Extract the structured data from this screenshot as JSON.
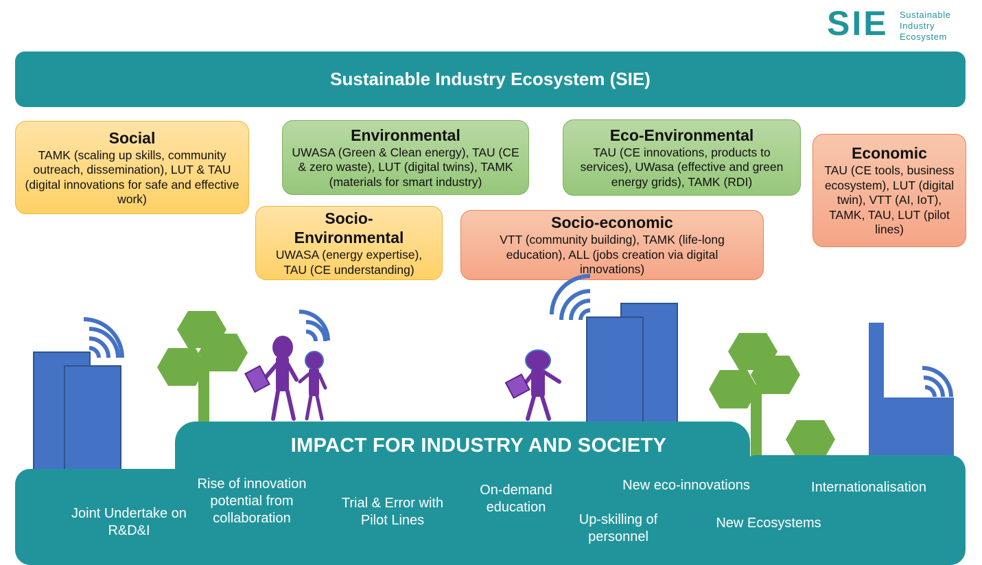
{
  "logo": {
    "mark": "SIE",
    "lines": [
      "Sustainable",
      "Industry",
      "Ecosystem"
    ],
    "color": "#21949b"
  },
  "banner": {
    "title": "Sustainable Industry Ecosystem (SIE)"
  },
  "pillars": {
    "social": {
      "title": "Social",
      "text": "TAMK (scaling up skills, community outreach, dissemination), LUT & TAU (digital innovations for safe and effective work)"
    },
    "environmental": {
      "title": "Environmental",
      "text": "UWASA (Green & Clean energy), TAU (CE & zero waste), LUT (digital twins), TAMK (materials for smart industry)"
    },
    "eco_environmental": {
      "title": "Eco-Environmental",
      "text": "TAU (CE innovations, products to services), UWasa (effective and green energy grids), TAMK (RDI)"
    },
    "economic": {
      "title": "Economic",
      "text": "TAU (CE tools, business ecosystem), LUT (digital twin), VTT (AI, IoT), TAMK, TAU, LUT (pilot lines)"
    },
    "socio_environmental": {
      "title": "Socio-Environmental",
      "text": "UWASA (energy expertise), TAU (CE understanding)"
    },
    "socio_economic": {
      "title": "Socio-economic",
      "text": "VTT (community building), TAMK (life-long education), ALL (jobs creation via digital innovations)"
    }
  },
  "impact": {
    "title": "IMPACT FOR INDUSTRY AND SOCIETY",
    "items": [
      "Joint Undertake on R&D&I",
      "Rise of innovation potential from collaboration",
      "Trial & Error with Pilot Lines",
      "On-demand education",
      "Up-skilling of personnel",
      "New eco-innovations",
      "New Ecosystems",
      "Internationalisation"
    ]
  },
  "colors": {
    "teal": "#21949b",
    "building": "#4472c4",
    "tree": "#70ad47",
    "person": "#7030a0",
    "wifi": "#4472c4"
  }
}
